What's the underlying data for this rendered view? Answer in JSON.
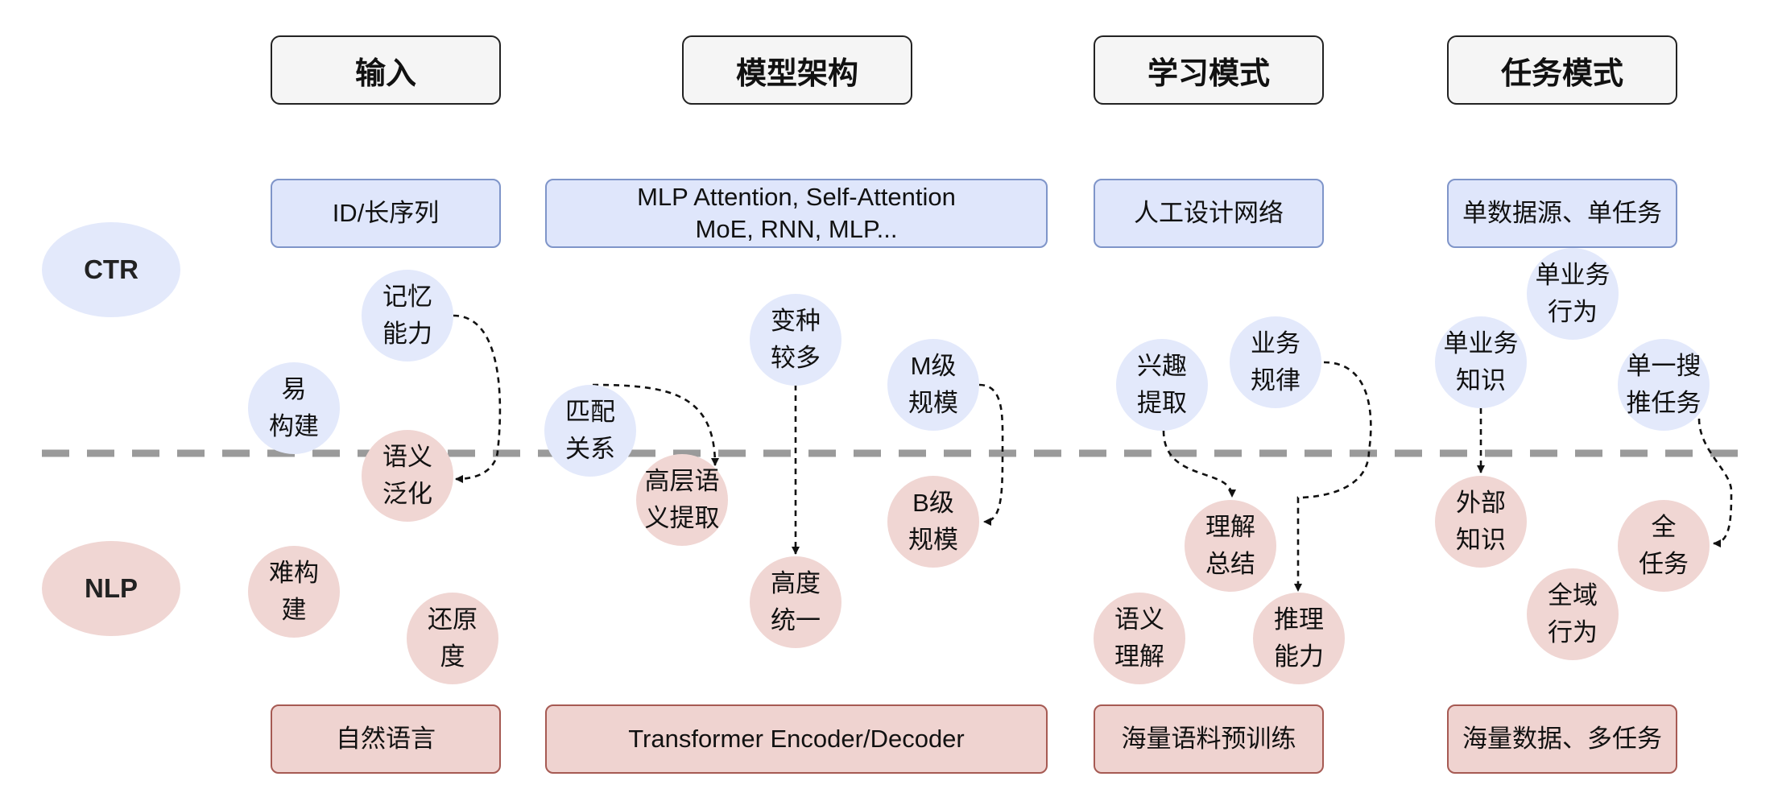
{
  "colors": {
    "ctr_fill": "#e3e9fb",
    "ctr_box_border": "#7f95c9",
    "nlp_fill": "#f0d6d3",
    "nlp_box_border": "#a65a53",
    "divider": "#9a9a9a",
    "header_fill": "#f5f5f5"
  },
  "headers": [
    "输入",
    "模型架构",
    "学习模式",
    "任务模式"
  ],
  "row_labels": {
    "ctr": "CTR",
    "nlp": "NLP"
  },
  "ctr_boxes": [
    "ID/长序列",
    "MLP Attention, Self-Attention\nMoE, RNN, MLP...",
    "人工设计网络",
    "单数据源、单任务"
  ],
  "nlp_boxes": [
    "自然语言",
    "Transformer Encoder/Decoder",
    "海量语料预训练",
    "海量数据、多任务"
  ],
  "bubbles": {
    "input": {
      "ctr": [
        "记忆\n能力",
        "易\n构建"
      ],
      "nlp": [
        "语义\n泛化",
        "难构\n建",
        "还原\n度"
      ]
    },
    "model": {
      "ctr": [
        "匹配\n关系",
        "变种\n较多",
        "M级\n规模"
      ],
      "nlp": [
        "高层语\n义提取",
        "高度\n统一",
        "B级\n规模"
      ]
    },
    "learning": {
      "ctr": [
        "兴趣\n提取",
        "业务\n规律"
      ],
      "nlp": [
        "理解\n总结",
        "语义\n理解",
        "推理\n能力"
      ]
    },
    "task": {
      "ctr": [
        "单业务\n行为",
        "单业务\n知识",
        "单一搜\n推任务"
      ],
      "nlp": [
        "外部\n知识",
        "全\n任务",
        "全域\n行为"
      ]
    }
  },
  "arrows": [
    {
      "from": "记忆能力",
      "to": "语义泛化"
    },
    {
      "from": "匹配关系",
      "to": "高层语义提取"
    },
    {
      "from": "变种较多",
      "to": "高度统一"
    },
    {
      "from": "M级规模",
      "to": "B级规模"
    },
    {
      "from": "兴趣提取",
      "to": "理解总结"
    },
    {
      "from": "业务规律",
      "to": "推理能力"
    },
    {
      "from": "单业务知识",
      "to": "外部知识"
    },
    {
      "from": "单一搜推任务",
      "to": "全任务"
    }
  ]
}
